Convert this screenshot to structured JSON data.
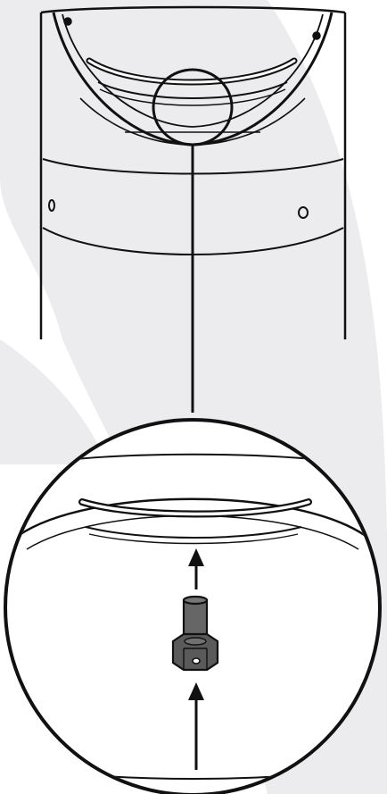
{
  "figure": {
    "kind": "assembly-illustration",
    "colors": {
      "line": "#111111",
      "background": "#ffffff",
      "watermark": "#ececee",
      "bolt_fill": "#666666",
      "bolt_shade": "#505050"
    },
    "arrows": [
      {
        "name": "arrow-up-upper",
        "direction": "up"
      },
      {
        "name": "arrow-up-lower",
        "direction": "up"
      }
    ],
    "parts": [
      "lamp-housing",
      "mounting-slot",
      "detail-circle",
      "hex-bolt",
      "leader-line"
    ]
  }
}
